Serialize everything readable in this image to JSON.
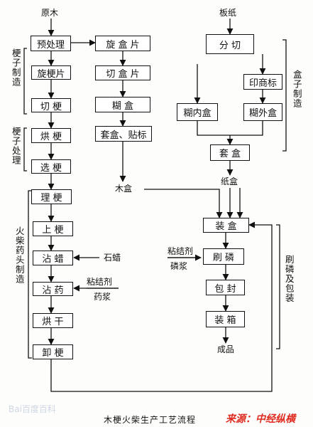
{
  "left_column": {
    "input": "原木",
    "steps": [
      "预处理",
      "旋梗片",
      "切  梗",
      "烘  梗",
      "选  梗",
      "理  梗",
      "上  梗",
      "沾  蜡",
      "沾  药",
      "烘  干",
      "卸  梗"
    ]
  },
  "middle_column": {
    "steps": [
      "旋 盒 片",
      "切 盒 片",
      "糊    盒",
      "套盒、贴标"
    ],
    "output": "木盒"
  },
  "right_top": {
    "input": "板纸",
    "split": "分  切",
    "inner": "糊内盒",
    "label_print": "印商标",
    "outer": "糊外盒",
    "combine": "套  盒",
    "output": "纸盒"
  },
  "right_bottom": {
    "steps": [
      "装  盒",
      "刷  磷",
      "包  封",
      "装  箱"
    ],
    "output": "成品"
  },
  "side_inputs": {
    "wax": "石蜡",
    "binder_top": "粘结剂",
    "binder_bottom": "药浆",
    "phosphor_top": "粘结剂",
    "phosphor_bottom": "磷浆"
  },
  "group_labels": {
    "stem_making": "梗子制造",
    "stem_processing": "梗子处理",
    "match_head": "火柴药头制造",
    "box_making": "盒子制造",
    "phosphor_packing": "刷磷及包装"
  },
  "caption": "木梗火柴生产工艺流程",
  "source": "来源：中经纵横",
  "watermark": "Bai百度百科"
}
